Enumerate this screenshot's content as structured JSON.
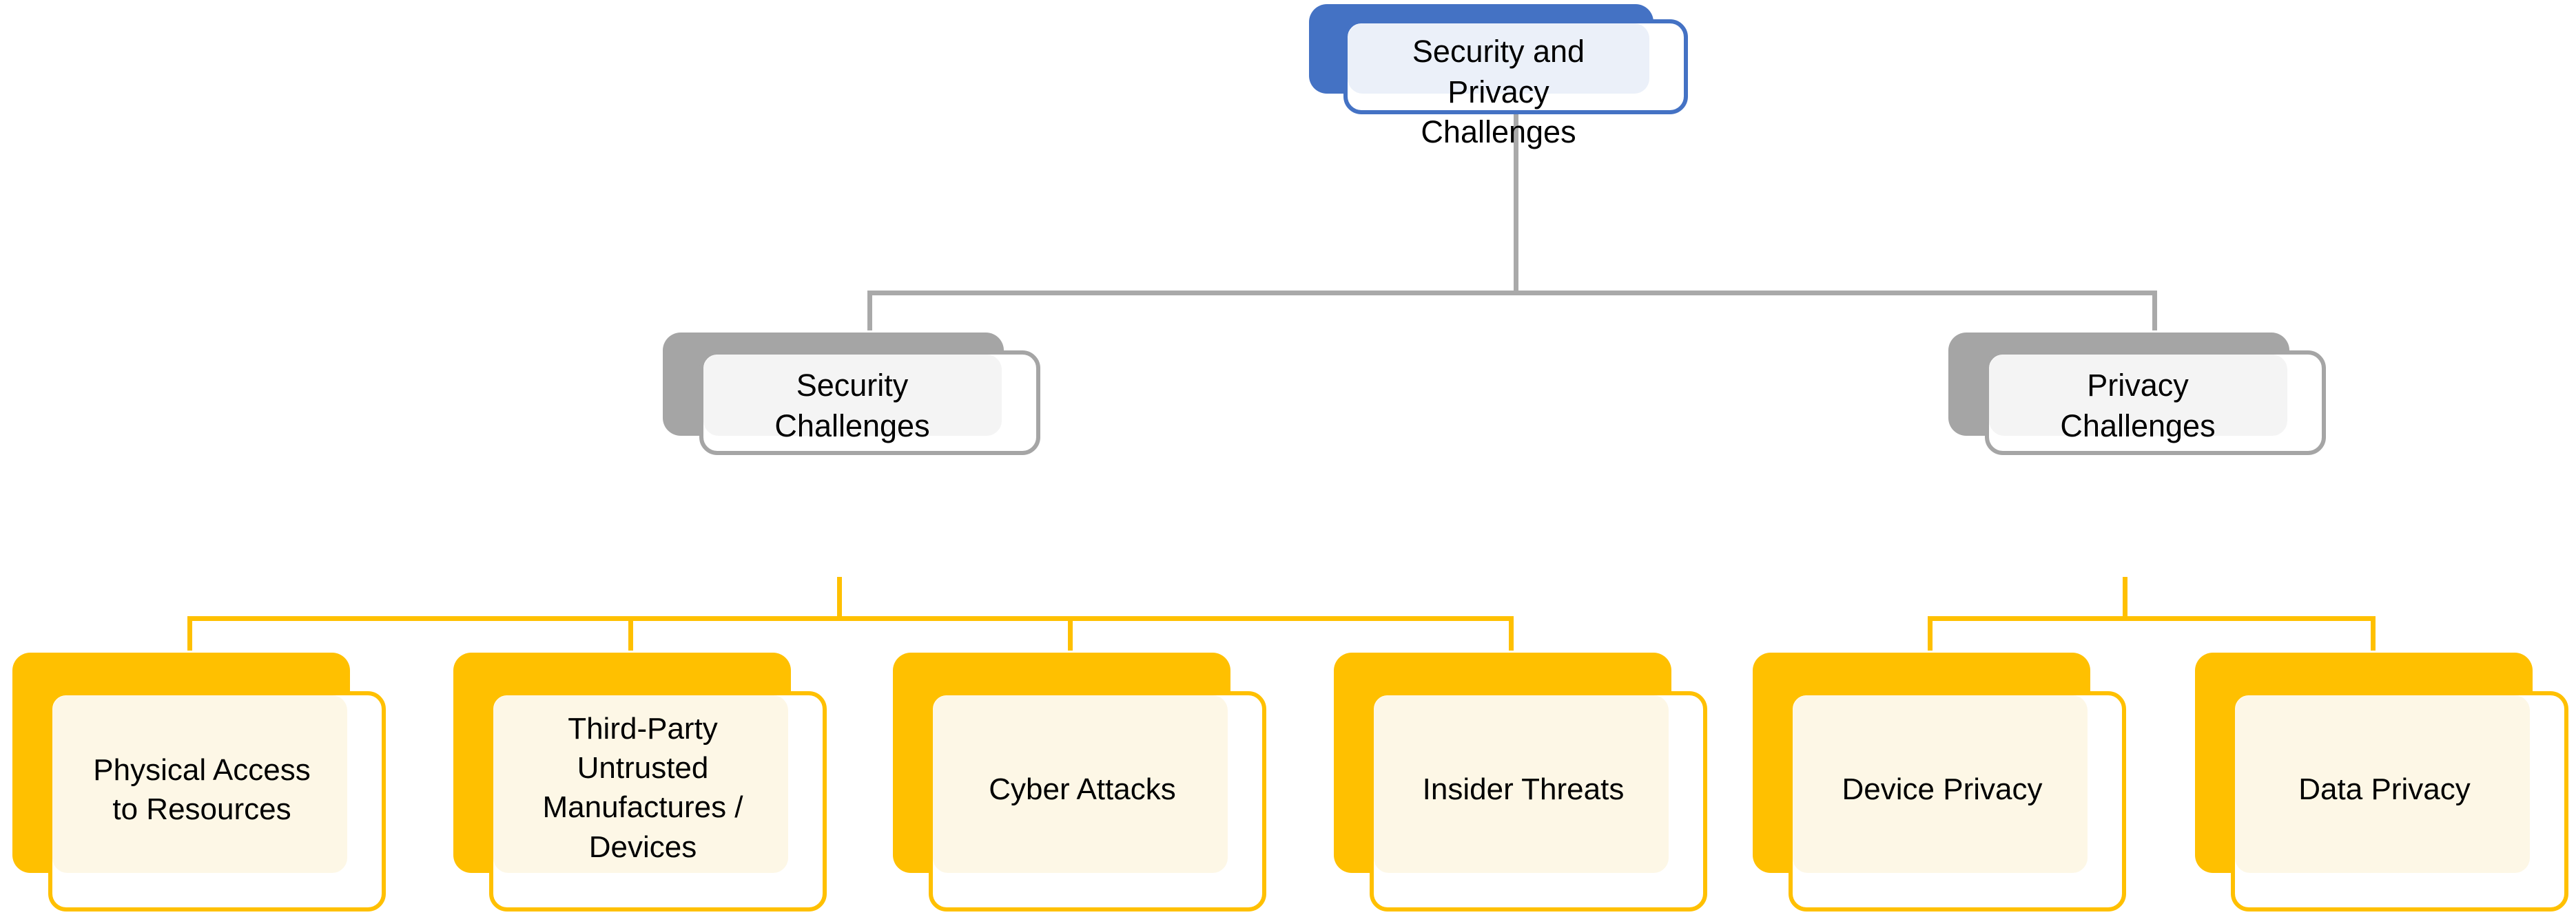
{
  "diagram": {
    "type": "hierarchy-tree",
    "title": "Security and Privacy Challenges",
    "levels": 3,
    "colors": {
      "root_accent": "#4472C4",
      "root_tint": "#EBF0F9",
      "level2_accent": "#A5A5A5",
      "level2_tint": "#F4F4F4",
      "level3_accent": "#FFC000",
      "level3_tint": "#FDF7E6",
      "connector_gray": "#A9A9A9",
      "connector_amber": "#FFC000",
      "text": "#000000",
      "background": "#FFFFFF"
    },
    "root": {
      "label": "Security and\nPrivacy\nChallenges"
    },
    "branches": [
      {
        "label": "Security\nChallenges",
        "children": [
          {
            "label": "Physical Access\nto Resources"
          },
          {
            "label": "Third-Party\nUntrusted\nManufactures /\nDevices"
          },
          {
            "label": "Cyber Attacks"
          },
          {
            "label": "Insider Threats"
          }
        ]
      },
      {
        "label": "Privacy\nChallenges",
        "children": [
          {
            "label": "Device Privacy"
          },
          {
            "label": "Data Privacy"
          }
        ]
      }
    ]
  }
}
